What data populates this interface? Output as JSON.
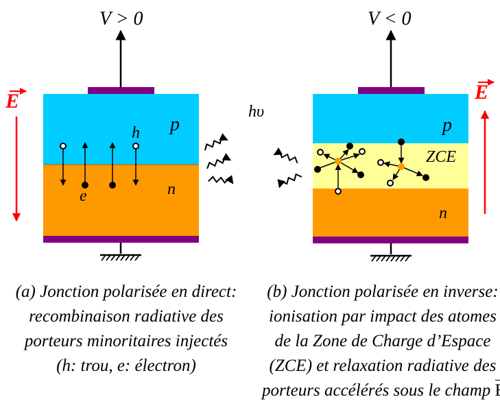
{
  "panel_a": {
    "voltage_label": "V > 0",
    "field_label": "E",
    "region_p_label": "p",
    "region_n_label": "n",
    "hole_label": "h",
    "electron_label": "e"
  },
  "photon_label": "hυ",
  "panel_b": {
    "voltage_label": "V < 0",
    "field_label": "E",
    "region_p_label": "p",
    "region_zce_label": "ZCE",
    "region_n_label": "n"
  },
  "captions": {
    "a": [
      "(a) Jonction polarisée en direct:",
      "recombinaison radiative des",
      "porteurs minoritaires injectés",
      "(h: trou, e: électron)"
    ],
    "b": [
      "(b) Jonction polarisée en inverse:",
      "ionisation par impact des atomes",
      "de la Zone de Charge d’Espace",
      "(ZCE) et relaxation radiative des",
      "porteurs accélérés sous le champ"
    ],
    "b_vector_symbol": "E"
  },
  "colors": {
    "p_region": "#00ccff",
    "n_region": "#ff9900",
    "zce_region": "#ffff99",
    "contact": "#800080",
    "field_arrow": "#ff0000",
    "impact_center": "#ff9900"
  }
}
